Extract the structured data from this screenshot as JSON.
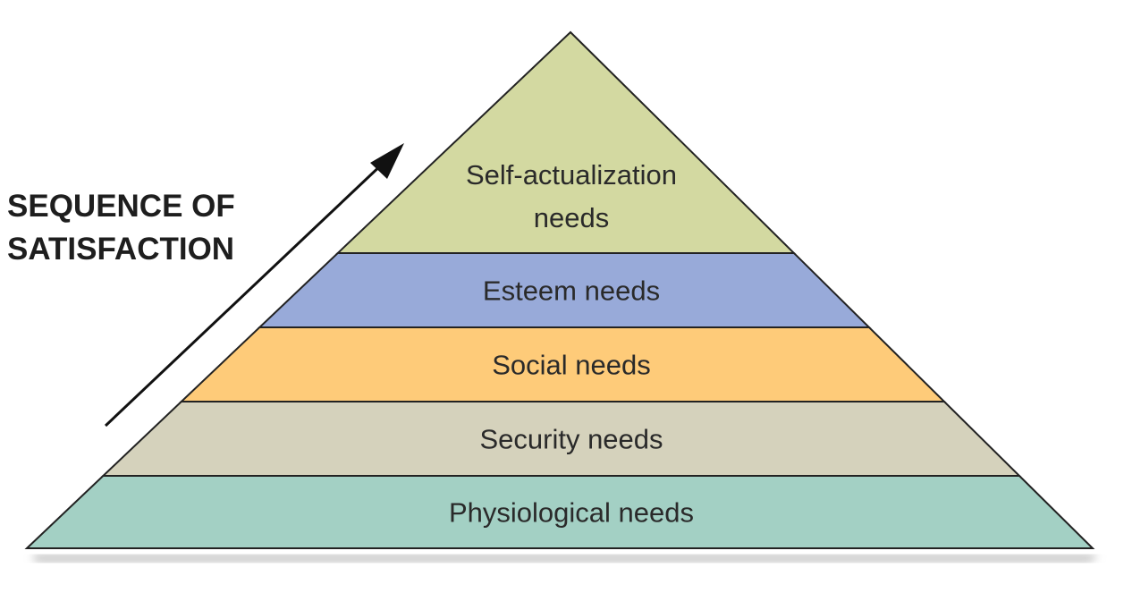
{
  "title": {
    "line1": "SEQUENCE OF",
    "line2": "SATISFACTION"
  },
  "levels": [
    {
      "label_line1": "Self-actualization",
      "label_line2": "needs",
      "color": "#d3d9a1"
    },
    {
      "label_line1": "Esteem needs",
      "color": "#98aad9"
    },
    {
      "label_line1": "Social needs",
      "color": "#fecb79"
    },
    {
      "label_line1": "Security needs",
      "color": "#d5d2bc"
    },
    {
      "label_line1": "Physiological needs",
      "color": "#a3d0c4"
    }
  ],
  "arrow_icon": "arrow-up-right-icon"
}
